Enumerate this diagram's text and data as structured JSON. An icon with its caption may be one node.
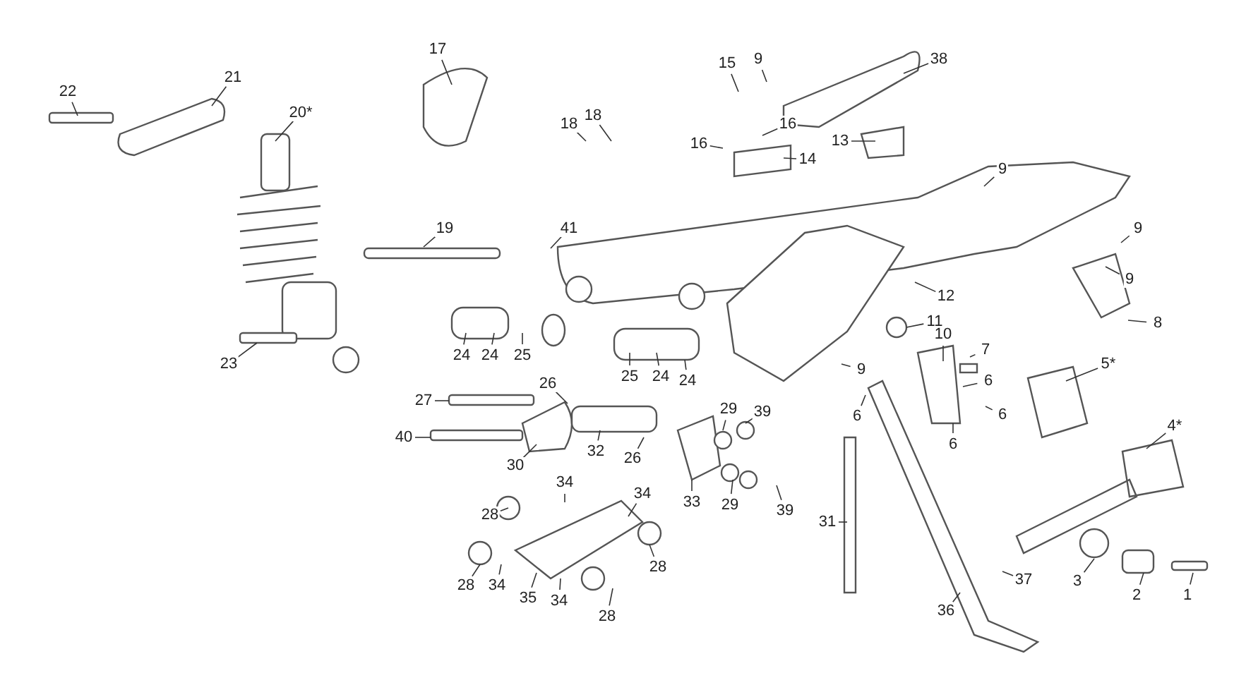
{
  "diagram": {
    "nodes": [
      {
        "text": [
          "22"
        ]
      },
      {
        "text": [
          "21"
        ]
      },
      {
        "text": [
          "20*"
        ]
      },
      {
        "text": [
          "17"
        ]
      },
      {
        "text": [
          "15"
        ]
      },
      {
        "text": [
          "9"
        ]
      },
      {
        "text": [
          "38"
        ]
      },
      {
        "text": [
          "18"
        ]
      },
      {
        "text": [
          "18"
        ]
      },
      {
        "text": [
          "16"
        ]
      },
      {
        "text": [
          "16"
        ]
      },
      {
        "text": [
          "13"
        ]
      },
      {
        "text": [
          "14"
        ]
      },
      {
        "text": [
          "9"
        ]
      },
      {
        "text": [
          "19"
        ]
      },
      {
        "text": [
          "41"
        ]
      },
      {
        "text": [
          "9"
        ]
      },
      {
        "text": [
          "9"
        ]
      },
      {
        "text": [
          "8"
        ]
      },
      {
        "text": [
          "12"
        ]
      },
      {
        "text": [
          "11"
        ]
      },
      {
        "text": [
          "9"
        ]
      },
      {
        "text": [
          "23"
        ]
      },
      {
        "text": [
          "24"
        ]
      },
      {
        "text": [
          "24"
        ]
      },
      {
        "text": [
          "25"
        ]
      },
      {
        "text": [
          "25"
        ]
      },
      {
        "text": [
          "24"
        ]
      },
      {
        "text": [
          "24"
        ]
      },
      {
        "text": [
          "10"
        ]
      },
      {
        "text": [
          "7"
        ]
      },
      {
        "text": [
          "6"
        ]
      },
      {
        "text": [
          "6"
        ]
      },
      {
        "text": [
          "6"
        ]
      },
      {
        "text": [
          "6"
        ]
      },
      {
        "text": [
          "5*"
        ]
      },
      {
        "text": [
          "4*"
        ]
      },
      {
        "text": [
          "27"
        ]
      },
      {
        "text": [
          "26"
        ]
      },
      {
        "text": [
          "40"
        ]
      },
      {
        "text": [
          "30"
        ]
      },
      {
        "text": [
          "32"
        ]
      },
      {
        "text": [
          "26"
        ]
      },
      {
        "text": [
          "29"
        ]
      },
      {
        "text": [
          "39"
        ]
      },
      {
        "text": [
          "33"
        ]
      },
      {
        "text": [
          "29"
        ]
      },
      {
        "text": [
          "39"
        ]
      },
      {
        "text": [
          "31"
        ]
      },
      {
        "text": [
          "34"
        ]
      },
      {
        "text": [
          "34"
        ]
      },
      {
        "text": [
          "28"
        ]
      },
      {
        "text": [
          "28"
        ]
      },
      {
        "text": [
          "28"
        ]
      },
      {
        "text": [
          "34"
        ]
      },
      {
        "text": [
          "35"
        ]
      },
      {
        "text": [
          "34"
        ]
      },
      {
        "text": [
          "28"
        ]
      },
      {
        "text": [
          "3"
        ]
      },
      {
        "text": [
          "2"
        ]
      },
      {
        "text": [
          "1"
        ]
      },
      {
        "text": [
          "37"
        ]
      },
      {
        "text": [
          "36"
        ]
      }
    ],
    "edges": [
      {
        "from": 0,
        "to": null,
        "arrow": "none"
      },
      {
        "from": 1,
        "to": null,
        "arrow": "none"
      },
      {
        "from": 2,
        "to": null,
        "arrow": "none"
      },
      {
        "from": 3,
        "to": null,
        "arrow": "none"
      },
      {
        "from": 4,
        "to": null,
        "arrow": "none"
      },
      {
        "from": 5,
        "to": null,
        "arrow": "none"
      },
      {
        "from": 6,
        "to": null,
        "arrow": "none"
      },
      {
        "from": 7,
        "to": null,
        "arrow": "none"
      },
      {
        "from": 8,
        "to": null,
        "arrow": "none"
      },
      {
        "from": 9,
        "to": null,
        "arrow": "none"
      },
      {
        "from": 10,
        "to": null,
        "arrow": "none"
      },
      {
        "from": 11,
        "to": null,
        "arrow": "none"
      },
      {
        "from": 12,
        "to": null,
        "arrow": "none"
      },
      {
        "from": 13,
        "to": null,
        "arrow": "none"
      },
      {
        "from": 14,
        "to": null,
        "arrow": "none"
      },
      {
        "from": 15,
        "to": null,
        "arrow": "none"
      },
      {
        "from": 16,
        "to": null,
        "arrow": "none"
      },
      {
        "from": 17,
        "to": null,
        "arrow": "none"
      },
      {
        "from": 18,
        "to": null,
        "arrow": "none"
      },
      {
        "from": 19,
        "to": null,
        "arrow": "none"
      },
      {
        "from": 20,
        "to": null,
        "arrow": "none"
      },
      {
        "from": 21,
        "to": null,
        "arrow": "none"
      },
      {
        "from": 22,
        "to": null,
        "arrow": "none"
      },
      {
        "from": 23,
        "to": null,
        "arrow": "none"
      },
      {
        "from": 24,
        "to": null,
        "arrow": "none"
      },
      {
        "from": 25,
        "to": null,
        "arrow": "none"
      },
      {
        "from": 26,
        "to": null,
        "arrow": "none"
      },
      {
        "from": 27,
        "to": null,
        "arrow": "none"
      },
      {
        "from": 28,
        "to": null,
        "arrow": "none"
      },
      {
        "from": 29,
        "to": null,
        "arrow": "none"
      },
      {
        "from": 30,
        "to": null,
        "arrow": "none"
      },
      {
        "from": 31,
        "to": null,
        "arrow": "none"
      },
      {
        "from": 32,
        "to": null,
        "arrow": "none"
      },
      {
        "from": 33,
        "to": null,
        "arrow": "none"
      },
      {
        "from": 34,
        "to": null,
        "arrow": "none"
      },
      {
        "from": 35,
        "to": null,
        "arrow": "none"
      },
      {
        "from": 36,
        "to": null,
        "arrow": "none"
      },
      {
        "from": 37,
        "to": null,
        "arrow": "none"
      },
      {
        "from": 38,
        "to": null,
        "arrow": "none"
      },
      {
        "from": 39,
        "to": null,
        "arrow": "none"
      },
      {
        "from": 40,
        "to": null,
        "arrow": "none"
      },
      {
        "from": 41,
        "to": null,
        "arrow": "none"
      },
      {
        "from": 42,
        "to": null,
        "arrow": "none"
      },
      {
        "from": 43,
        "to": null,
        "arrow": "none"
      },
      {
        "from": 44,
        "to": null,
        "arrow": "none"
      },
      {
        "from": 45,
        "to": null,
        "arrow": "none"
      },
      {
        "from": 46,
        "to": null,
        "arrow": "none"
      },
      {
        "from": 47,
        "to": null,
        "arrow": "none"
      },
      {
        "from": 48,
        "to": null,
        "arrow": "none"
      },
      {
        "from": 49,
        "to": null,
        "arrow": "none"
      },
      {
        "from": 50,
        "to": null,
        "arrow": "none"
      },
      {
        "from": 51,
        "to": null,
        "arrow": "none"
      },
      {
        "from": 52,
        "to": null,
        "arrow": "none"
      },
      {
        "from": 53,
        "to": null,
        "arrow": "none"
      },
      {
        "from": 54,
        "to": null,
        "arrow": "none"
      },
      {
        "from": 55,
        "to": null,
        "arrow": "none"
      },
      {
        "from": 56,
        "to": null,
        "arrow": "none"
      },
      {
        "from": 57,
        "to": null,
        "arrow": "none"
      },
      {
        "from": 58,
        "to": null,
        "arrow": "none"
      },
      {
        "from": 59,
        "to": null,
        "arrow": "none"
      },
      {
        "from": 60,
        "to": null,
        "arrow": "none"
      },
      {
        "from": 61,
        "to": null,
        "arrow": "none"
      },
      {
        "from": 62,
        "to": null,
        "arrow": "none"
      }
    ]
  }
}
